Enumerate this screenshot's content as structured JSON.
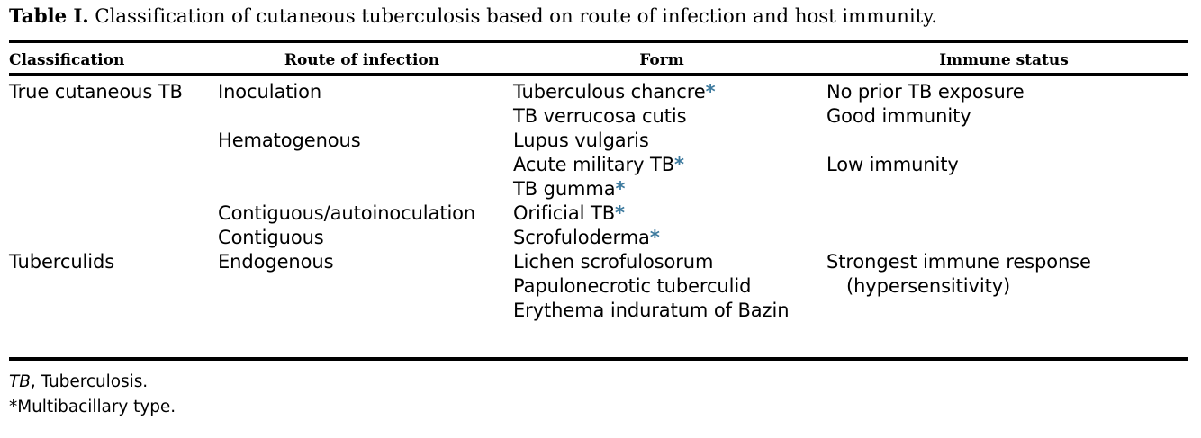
{
  "caption": {
    "label": "Table I.",
    "text": " Classification of cutaneous tuberculosis based on route of infection and host immunity."
  },
  "columns": {
    "classification": "Classification",
    "route": "Route of infection",
    "form": "Form",
    "immune": "Immune status"
  },
  "accent_color": "#3d7a9e",
  "rows": [
    {
      "classification": "True cutaneous TB",
      "route": "Inoculation",
      "form": "Tuberculous chancre",
      "form_star": "*",
      "immune": "No prior TB exposure",
      "immune_indent": false
    },
    {
      "classification": "",
      "route": "",
      "form": "TB verrucosa cutis",
      "form_star": "",
      "immune": "Good immunity",
      "immune_indent": false
    },
    {
      "classification": "",
      "route": "Hematogenous",
      "form": "Lupus vulgaris",
      "form_star": "",
      "immune": "",
      "immune_indent": false
    },
    {
      "classification": "",
      "route": "",
      "form": "Acute military TB",
      "form_star": "*",
      "immune": "Low immunity",
      "immune_indent": false
    },
    {
      "classification": "",
      "route": "",
      "form": "TB gumma",
      "form_star": "*",
      "immune": "",
      "immune_indent": false
    },
    {
      "classification": "",
      "route": "Contiguous/autoinoculation",
      "form": "Orificial TB",
      "form_star": "*",
      "immune": "",
      "immune_indent": false
    },
    {
      "classification": "",
      "route": "Contiguous",
      "form": "Scrofuloderma",
      "form_star": "*",
      "immune": "",
      "immune_indent": false
    },
    {
      "classification": "Tuberculids",
      "route": "Endogenous",
      "form": "Lichen scrofulosorum",
      "form_star": "",
      "immune": "Strongest immune response",
      "immune_indent": false
    },
    {
      "classification": "",
      "route": "",
      "form": "Papulonecrotic tuberculid",
      "form_star": "",
      "immune": "(hypersensitivity)",
      "immune_indent": true
    },
    {
      "classification": "",
      "route": "",
      "form": "Erythema induratum of Bazin",
      "form_star": "",
      "immune": "",
      "immune_indent": false
    }
  ],
  "footnotes": [
    {
      "abbr": "TB",
      "text": ", Tuberculosis."
    },
    {
      "abbr": "",
      "text": "*Multibacillary type."
    }
  ]
}
